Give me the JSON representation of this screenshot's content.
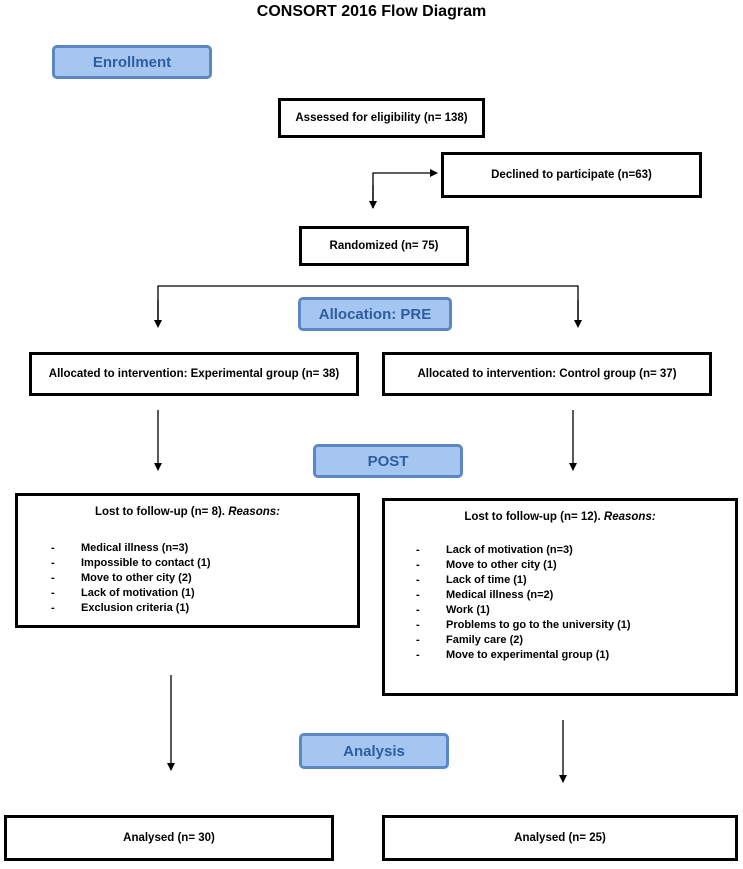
{
  "title": "CONSORT 2016 Flow Diagram",
  "stages": {
    "enrollment": "Enrollment",
    "allocation": "Allocation: PRE",
    "post": "POST",
    "analysis": "Analysis"
  },
  "enrollment": {
    "assessed": "Assessed for eligibility (n= 138)",
    "declined": "Declined to participate (n=63)",
    "randomized": "Randomized (n= 75)"
  },
  "allocation": {
    "experimental": "Allocated to intervention: Experimental group (n= 38)",
    "control": "Allocated to intervention: Control group (n= 37)"
  },
  "followup": {
    "experimental": {
      "heading": "Lost to follow-up (n= 8). ",
      "heading_italic": "Reasons:",
      "reasons": [
        "Medical illness (n=3)",
        "Impossible to contact (1)",
        "Move to other city (2)",
        "Lack of motivation (1)",
        "Exclusion criteria (1)"
      ]
    },
    "control": {
      "heading": "Lost to follow-up (n= 12). ",
      "heading_italic": "Reasons:",
      "reasons": [
        "Lack of motivation (n=3)",
        "Move to other city (1)",
        "Lack of time (1)",
        "Medical illness (n=2)",
        "Work (1)",
        "Problems to go to the university (1)",
        "Family care (2)",
        "Move to experimental group (1)"
      ]
    }
  },
  "analysis": {
    "experimental": "Analysed (n= 30)",
    "control": "Analysed (n= 25)"
  }
}
